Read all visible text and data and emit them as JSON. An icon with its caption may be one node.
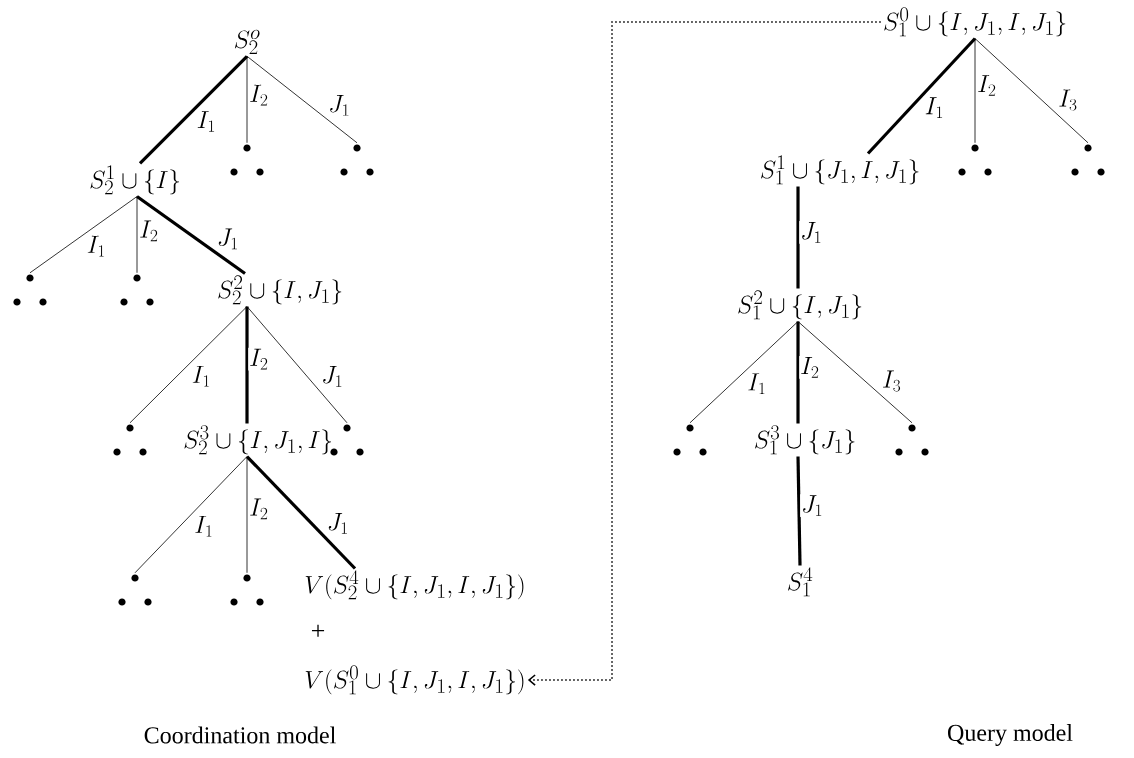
{
  "diagram": {
    "nodes": [
      {
        "text": [
          "S_2^o"
        ]
      },
      {
        "text": [
          "S_2^1\\cup\\{I\\}"
        ]
      },
      {
        "text": [],
        "shape": "dots"
      },
      {
        "text": [],
        "shape": "dots"
      },
      {
        "text": [],
        "shape": "dots"
      },
      {
        "text": [],
        "shape": "dots"
      },
      {
        "text": [
          "S_2^2\\cup\\{I,J_1\\}"
        ]
      },
      {
        "text": [],
        "shape": "dots"
      },
      {
        "text": [
          "S_2^3\\cup\\{I,J_1,I\\}"
        ]
      },
      {
        "text": [],
        "shape": "dots"
      },
      {
        "text": [],
        "shape": "dots"
      },
      {
        "text": [],
        "shape": "dots"
      },
      {
        "text": [
          "V(S_2^4\\cup\\{I,J_1,I,J_1\\})"
        ]
      },
      {
        "text": [
          "V(S_1^0\\cup\\{I,J_1,I,J_1\\})"
        ]
      },
      {
        "text": [
          "S_1^0\\cup\\{I,J_1,I,J_1\\}"
        ]
      },
      {
        "text": [
          "S_1^1\\cup\\{J_1,I,J_1\\}"
        ]
      },
      {
        "text": [],
        "shape": "dots"
      },
      {
        "text": [],
        "shape": "dots"
      },
      {
        "text": [
          "S_1^2\\cup\\{I,J_1\\}"
        ]
      },
      {
        "text": [],
        "shape": "dots"
      },
      {
        "text": [
          "S_1^3\\cup\\{J_1\\}"
        ]
      },
      {
        "text": [],
        "shape": "dots"
      },
      {
        "text": [
          "S_1^4"
        ]
      }
    ],
    "edges": [
      {
        "from": 0,
        "to": 1,
        "arrow": "none",
        "label": "I_1",
        "style": "thick"
      },
      {
        "from": 0,
        "to": 2,
        "arrow": "none",
        "label": "I_2"
      },
      {
        "from": 0,
        "to": 3,
        "arrow": "none",
        "label": "J_1"
      },
      {
        "from": 1,
        "to": 4,
        "arrow": "none",
        "label": "I_1"
      },
      {
        "from": 1,
        "to": 5,
        "arrow": "none",
        "label": "I_2"
      },
      {
        "from": 1,
        "to": 6,
        "arrow": "none",
        "label": "J_1",
        "style": "thick"
      },
      {
        "from": 6,
        "to": 7,
        "arrow": "none",
        "label": "I_1"
      },
      {
        "from": 6,
        "to": 8,
        "arrow": "none",
        "label": "I_2",
        "style": "thick"
      },
      {
        "from": 6,
        "to": 9,
        "arrow": "none",
        "label": "J_1"
      },
      {
        "from": 8,
        "to": 10,
        "arrow": "none",
        "label": "I_1"
      },
      {
        "from": 8,
        "to": 11,
        "arrow": "none",
        "label": "I_2"
      },
      {
        "from": 8,
        "to": 12,
        "arrow": "none",
        "label": "J_1",
        "style": "thick"
      },
      {
        "from": 14,
        "to": 15,
        "arrow": "none",
        "label": "I_1",
        "style": "thick"
      },
      {
        "from": 14,
        "to": 16,
        "arrow": "none",
        "label": "I_2"
      },
      {
        "from": 14,
        "to": 17,
        "arrow": "none",
        "label": "I_3"
      },
      {
        "from": 15,
        "to": 18,
        "arrow": "none",
        "label": "J_1",
        "style": "thick"
      },
      {
        "from": 18,
        "to": 19,
        "arrow": "none",
        "label": "I_1"
      },
      {
        "from": 18,
        "to": 20,
        "arrow": "none",
        "label": "I_2",
        "style": "thick"
      },
      {
        "from": 18,
        "to": 21,
        "arrow": "none",
        "label": "I_3"
      },
      {
        "from": 20,
        "to": 22,
        "arrow": "none",
        "label": "J_1",
        "style": "thick"
      },
      {
        "from": 14,
        "to": 13,
        "arrow": "to",
        "style": "dashed"
      }
    ],
    "labels": [
      "+",
      "Coordination model",
      "Query model"
    ]
  }
}
